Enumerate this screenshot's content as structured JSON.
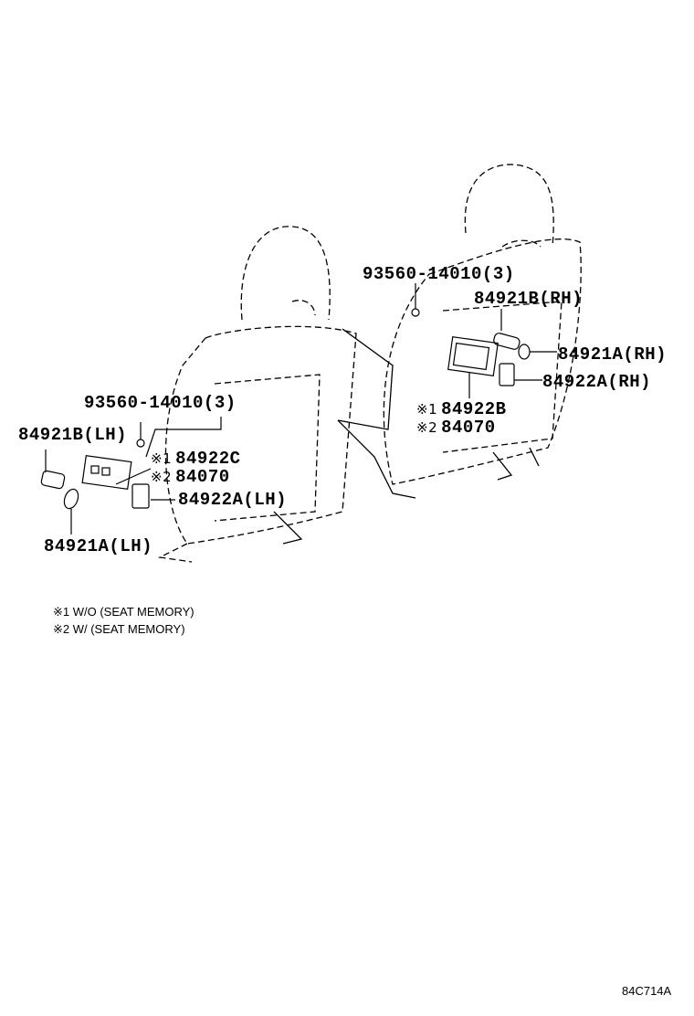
{
  "callouts": {
    "bolt_lh": "93560-14010(3)",
    "cover_b_lh": "84921B(LH)",
    "switch_c": "84922C",
    "switch_84070_lh": "84070",
    "switch_a_lh": "84922A(LH)",
    "cover_a_lh": "84921A(LH)",
    "bolt_rh": "93560-14010(3)",
    "cover_b_rh": "84921B(RH)",
    "cover_a_rh": "84921A(RH)",
    "switch_a_rh": "84922A(RH)",
    "switch_b": "84922B",
    "switch_84070_rh": "84070"
  },
  "marks": {
    "m1": "※1",
    "m2": "※2"
  },
  "notes": [
    "※1 W/O (SEAT MEMORY)",
    "※2 W/ (SEAT MEMORY)"
  ],
  "diagram_code": "84C714A"
}
